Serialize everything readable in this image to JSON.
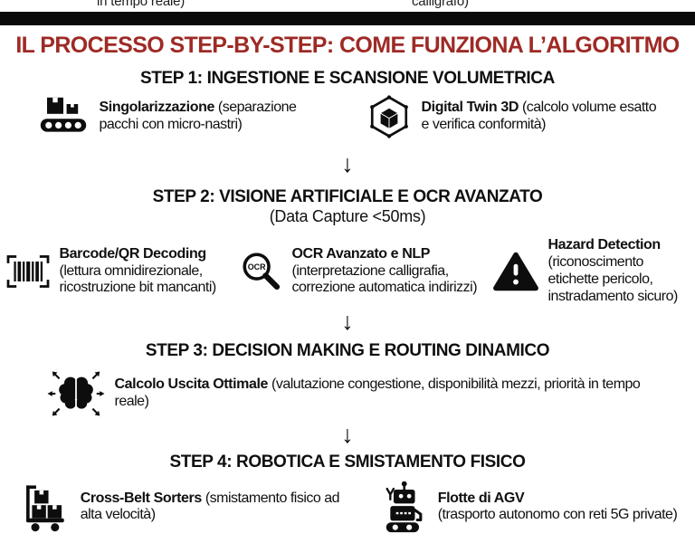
{
  "page": {
    "background": "#ffffff",
    "accent_red": "#9e2a25",
    "divider_color": "#0a0a0a",
    "text_color": "#101010"
  },
  "top_overflow": {
    "left_fragment": "in tempo reale)",
    "right_fragment": "calligrafo)"
  },
  "title": "IL PROCESSO STEP-BY-STEP: COME FUNZIONA L’ALGORITMO",
  "arrow_glyph": "↓",
  "steps": [
    {
      "heading": "STEP 1: INGESTIONE E SCANSIONE VOLUMETRICA",
      "items": [
        {
          "icon": "conveyor-icon",
          "title": "Singolarizzazione",
          "desc": "(separazione pacchi con micro-nastri)"
        },
        {
          "icon": "digital-twin-icon",
          "title": "Digital Twin 3D",
          "desc": "(calcolo volume esatto e verifica conformità)"
        }
      ]
    },
    {
      "heading": "STEP 2: VISIONE ARTIFICIALE E OCR AVANZATO",
      "subheading": "(Data Capture <50ms)",
      "items": [
        {
          "icon": "barcode-icon",
          "title": "Barcode/QR Decoding",
          "desc": "(lettura omnidirezionale, ricostruzione bit mancanti)"
        },
        {
          "icon": "ocr-magnifier-icon",
          "title": "OCR Avanzato e NLP",
          "desc": "(interpretazione calligrafia, correzione automatica indirizzi)"
        },
        {
          "icon": "hazard-icon",
          "title": "Hazard Detection",
          "desc": "(riconoscimento etichette pericolo, instradamento sicuro)"
        }
      ]
    },
    {
      "heading": "STEP 3: DECISION MAKING E ROUTING DINAMICO",
      "items": [
        {
          "icon": "brain-routing-icon",
          "title": "Calcolo Uscita Ottimale",
          "desc": "(valutazione congestione, disponibilità mezzi, priorità in tempo reale)"
        }
      ]
    },
    {
      "heading": "STEP 4: ROBOTICA E SMISTAMENTO FISICO",
      "items": [
        {
          "icon": "handtruck-icon",
          "title": "Cross-Belt Sorters",
          "desc": "(smistamento fisico ad alta velocità)"
        },
        {
          "icon": "robot-icon",
          "title": "Flotte di AGV",
          "desc": "(trasporto autonomo con reti 5G private)"
        }
      ]
    }
  ],
  "icons": {
    "ocr_label": "OCR"
  }
}
